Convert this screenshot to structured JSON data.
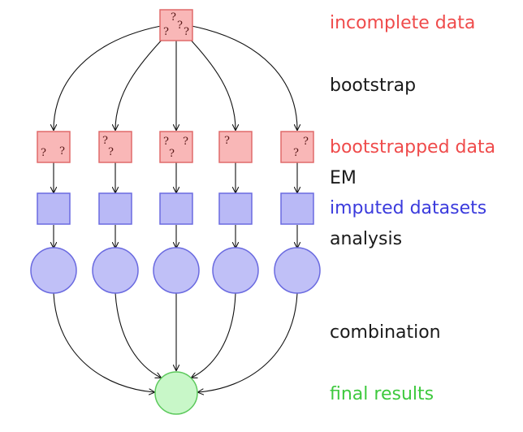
{
  "colors": {
    "incomplete": "#ef4b4b",
    "imputed": "#3b3bdd",
    "final": "#3ec93e",
    "neutral": "#1a1a1a"
  },
  "stages": {
    "incomplete": "incomplete data",
    "bootstrap": "bootstrap",
    "bootstrapped": "bootstrapped data",
    "em": "EM",
    "imputed": "imputed datasets",
    "analysis": "analysis",
    "combination": "combination",
    "final": "final results"
  },
  "nodes": {
    "missing_marker": "?"
  }
}
